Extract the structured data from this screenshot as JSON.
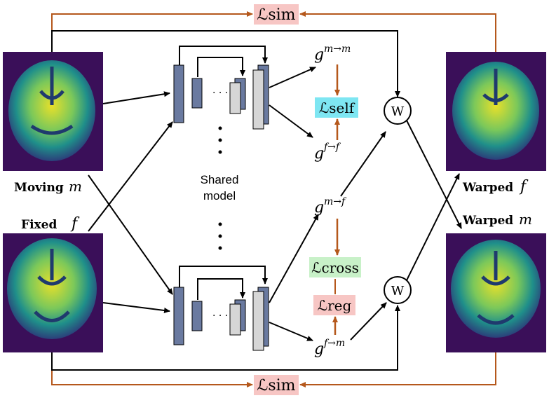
{
  "labels": {
    "loss_sim": "ℒsim",
    "loss_self": "ℒself",
    "loss_cross": "ℒcross",
    "loss_reg": "ℒreg",
    "g_mm": "g",
    "g_mm_sup": "m→m",
    "g_ff": "g",
    "g_ff_sup": "f→f",
    "g_mf": "g",
    "g_mf_sup": "m→f",
    "g_fm": "g",
    "g_fm_sup": "f→m",
    "moving": "Moving",
    "moving_var": "m",
    "fixed": "Fixed",
    "fixed_var": "f",
    "warped_f": "Warped",
    "warped_f_var": "f",
    "warped_m": "Warped",
    "warped_m_var": "m",
    "shared_model_line1": "Shared",
    "shared_model_line2": "model",
    "warp_op": "W",
    "dots_h": "· · ·"
  },
  "colors": {
    "brown": "#b5581c",
    "sim_bg": "#f7c6c4",
    "self_bg": "#7ee6f2",
    "cross_bg": "#c8f1c8",
    "reg_bg": "#f7c6c4",
    "block_dark": "#6a7aa0",
    "block_light": "#d6d6d6",
    "brain_bg": "#3a0f59"
  },
  "icons": [
    "arrow-icon",
    "warp-operator-icon",
    "brain-mri-image"
  ]
}
